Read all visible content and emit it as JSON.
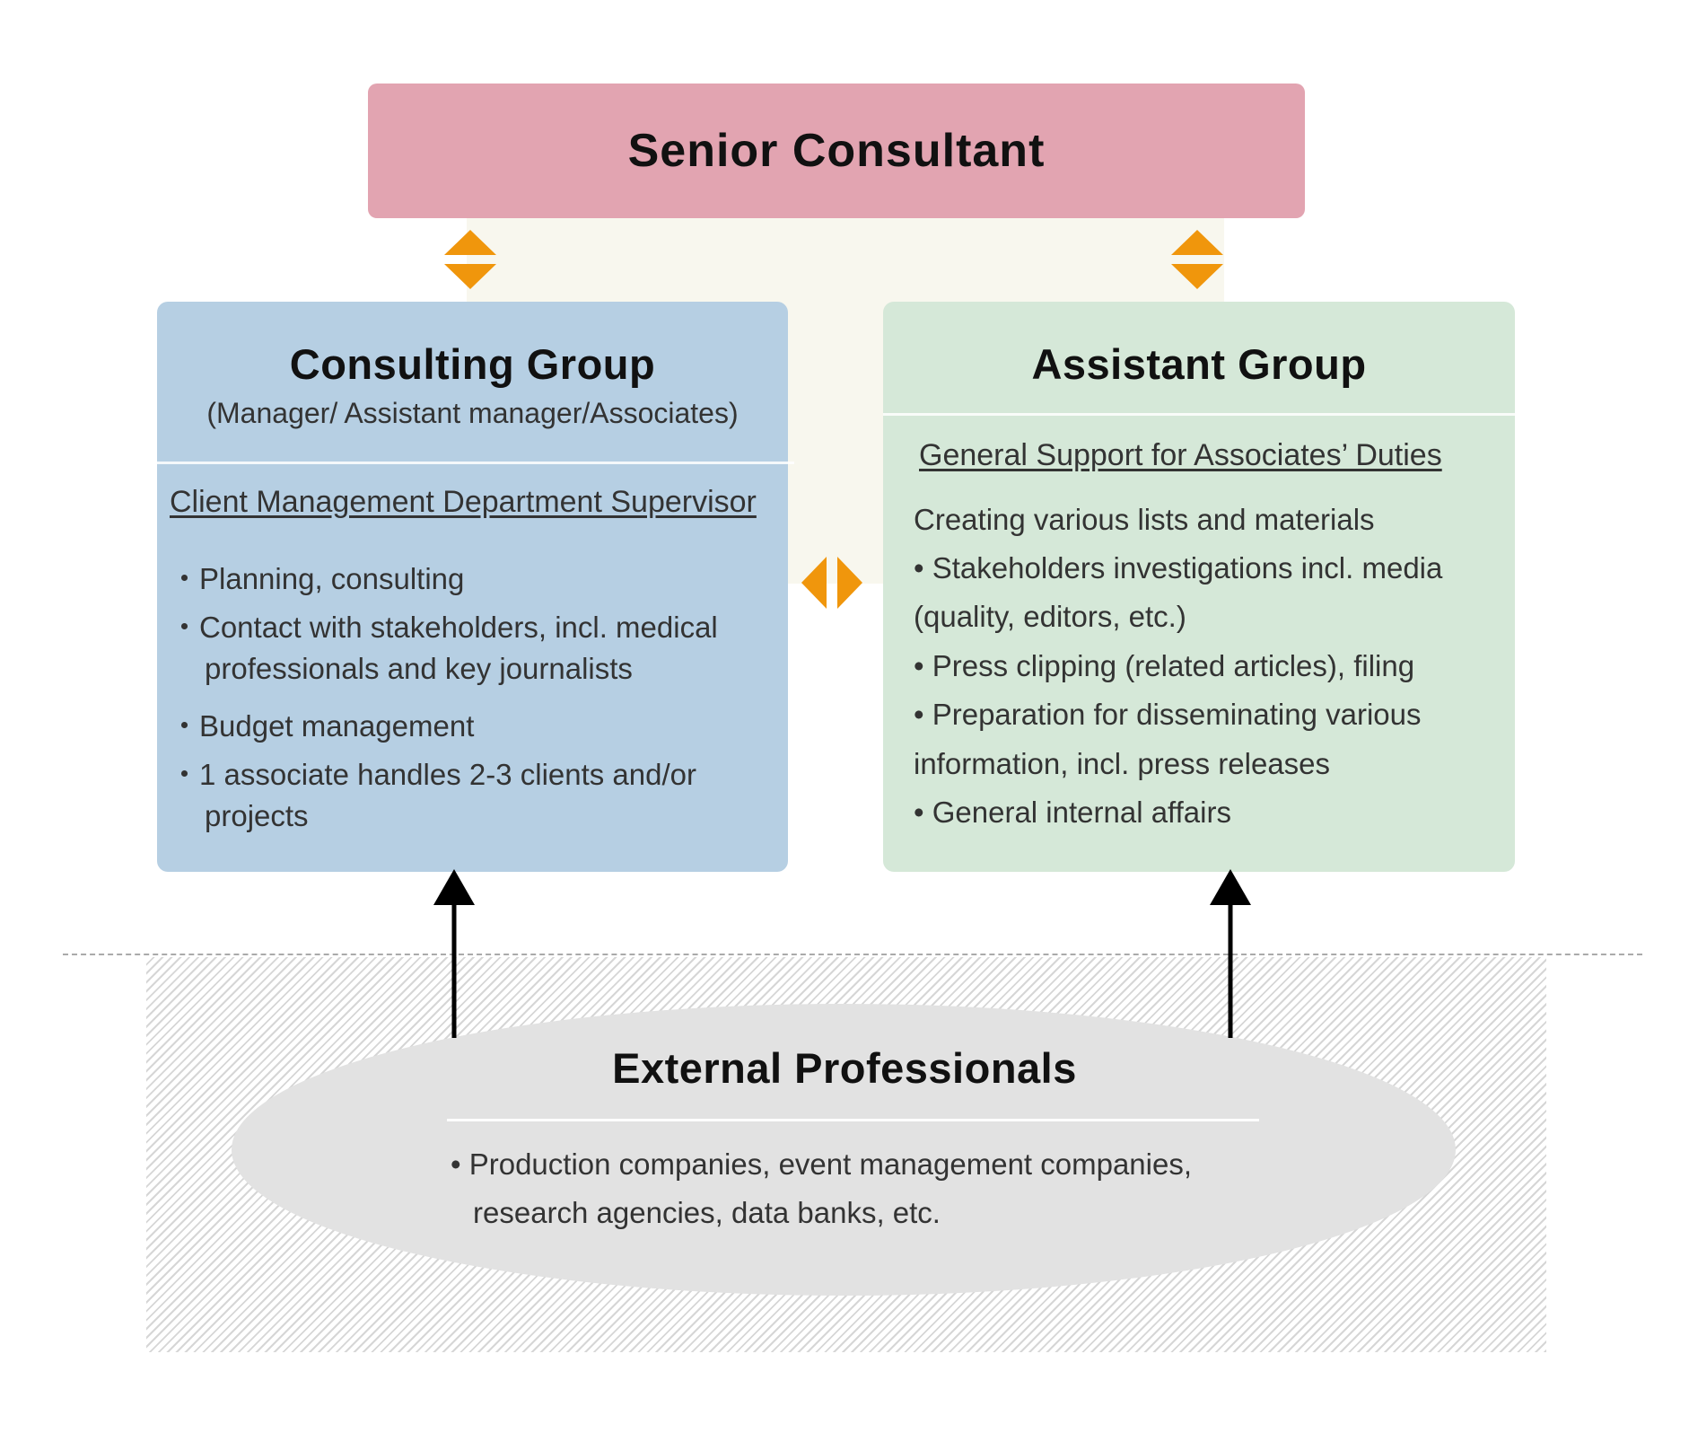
{
  "senior": {
    "title": "Senior Consultant"
  },
  "consulting": {
    "title": "Consulting Group",
    "subtitle": "(Manager/ Assistant manager/Associates)",
    "section_heading": "Client Management Department Supervisor",
    "lines": [
      "・Planning, consulting",
      "・Contact with stakeholders, incl. medical",
      "professionals and key journalists",
      "・Budget management",
      "・1 associate handles 2-3 clients and/or",
      "projects"
    ]
  },
  "assistant": {
    "title": "Assistant Group",
    "section_heading": "General Support for Associates’ Duties",
    "lines": [
      "Creating various lists and materials",
      "• Stakeholders investigations incl. media",
      "(quality, editors, etc.)",
      "• Press clipping (related articles), filing",
      "• Preparation for disseminating various",
      "information, incl. press releases",
      "• General internal affairs"
    ]
  },
  "external": {
    "title": "External Professionals",
    "lines": [
      "• Production companies, event management companies,",
      "research agencies, data banks, etc."
    ]
  },
  "colors": {
    "senior": "#e2a4b1",
    "consulting": "#b6cfe3",
    "assistant": "#d5e8d8",
    "external": "#e2e2e2",
    "arrow_orange": "#f0960c"
  },
  "icons": {
    "vertical_bidirectional": "orange-up-down-arrow-icon",
    "horizontal_bidirectional": "orange-left-right-arrow-icon",
    "upward": "black-up-arrow-icon"
  }
}
